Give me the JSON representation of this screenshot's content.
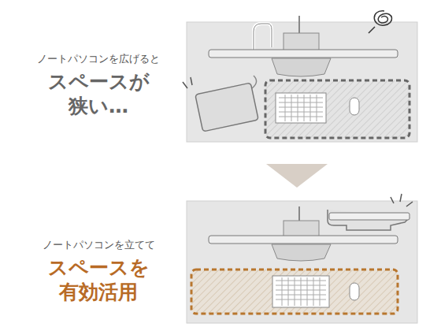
{
  "diagram": {
    "labels": [
      "ノートパソコンを広げると",
      "スペースが 狭い…",
      "ノートパソコンを立てて",
      "スペースを 有効活用"
    ]
  }
}
